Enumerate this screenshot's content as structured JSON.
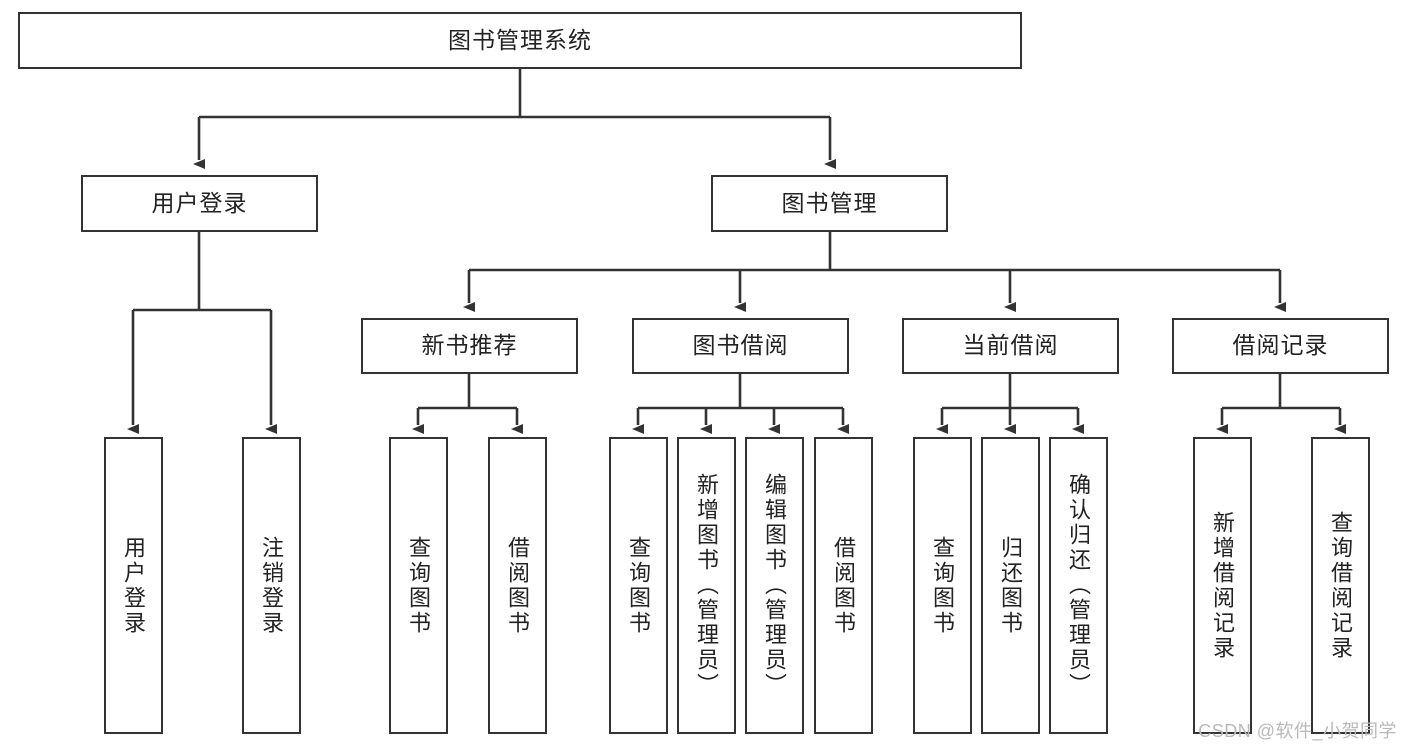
{
  "diagram": {
    "title": "图书管理系统",
    "type": "hierarchy-tree",
    "style": {
      "box_border_color": "#333333",
      "box_fill_color": "#ffffff",
      "edge_color": "#333333",
      "text_color": "#222222",
      "background": "#ffffff",
      "watermark_color": "#b9b9b9"
    },
    "root": {
      "label": "图书管理系统"
    },
    "level2": [
      {
        "id": "user-login",
        "label": "用户登录"
      },
      {
        "id": "book-manage",
        "label": "图书管理"
      }
    ],
    "level3": [
      {
        "id": "new-book-rec",
        "label": "新书推荐",
        "parent": "book-manage"
      },
      {
        "id": "book-borrow",
        "label": "图书借阅",
        "parent": "book-manage"
      },
      {
        "id": "current-borrow",
        "label": "当前借阅",
        "parent": "book-manage"
      },
      {
        "id": "borrow-record",
        "label": "借阅记录",
        "parent": "book-manage"
      }
    ],
    "leaves": [
      {
        "id": "leaf-user-login",
        "label": "用户登录",
        "parent": "user-login"
      },
      {
        "id": "leaf-logout-login",
        "label": "注销登录",
        "parent": "user-login"
      },
      {
        "id": "leaf-query-book-1",
        "label": "查询图书",
        "parent": "new-book-rec"
      },
      {
        "id": "leaf-borrow-book-1",
        "label": "借阅图书",
        "parent": "new-book-rec"
      },
      {
        "id": "leaf-query-book-2",
        "label": "查询图书",
        "parent": "book-borrow"
      },
      {
        "id": "leaf-add-book",
        "label": "新增图书（管理员）",
        "parent": "book-borrow"
      },
      {
        "id": "leaf-edit-book",
        "label": "编辑图书（管理员）",
        "parent": "book-borrow"
      },
      {
        "id": "leaf-borrow-book-2",
        "label": "借阅图书",
        "parent": "book-borrow"
      },
      {
        "id": "leaf-query-book-3",
        "label": "查询图书",
        "parent": "current-borrow"
      },
      {
        "id": "leaf-return-book",
        "label": "归还图书",
        "parent": "current-borrow"
      },
      {
        "id": "leaf-confirm-return",
        "label": "确认归还（管理员）",
        "parent": "current-borrow"
      },
      {
        "id": "leaf-add-record",
        "label": "新增借阅记录",
        "parent": "borrow-record"
      },
      {
        "id": "leaf-query-record",
        "label": "查询借阅记录",
        "parent": "borrow-record"
      }
    ],
    "watermark": "CSDN @软件_小贺同学"
  }
}
